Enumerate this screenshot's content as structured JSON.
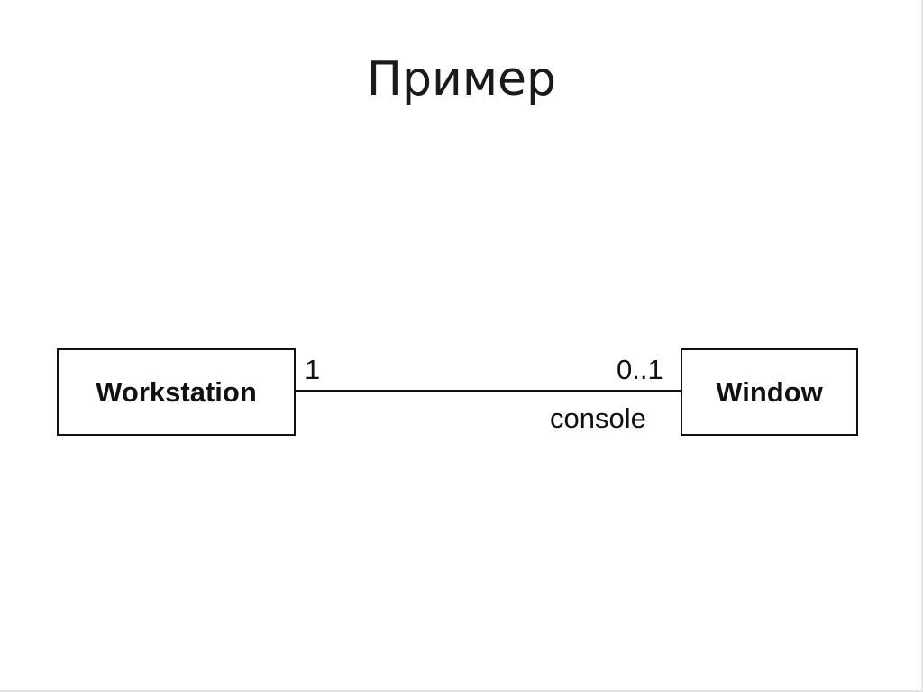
{
  "slide": {
    "title": "Пример"
  },
  "diagram": {
    "classes": [
      {
        "name": "Workstation"
      },
      {
        "name": "Window"
      }
    ],
    "association": {
      "source_multiplicity": "1",
      "target_multiplicity": "0..1",
      "target_role": "console"
    }
  }
}
